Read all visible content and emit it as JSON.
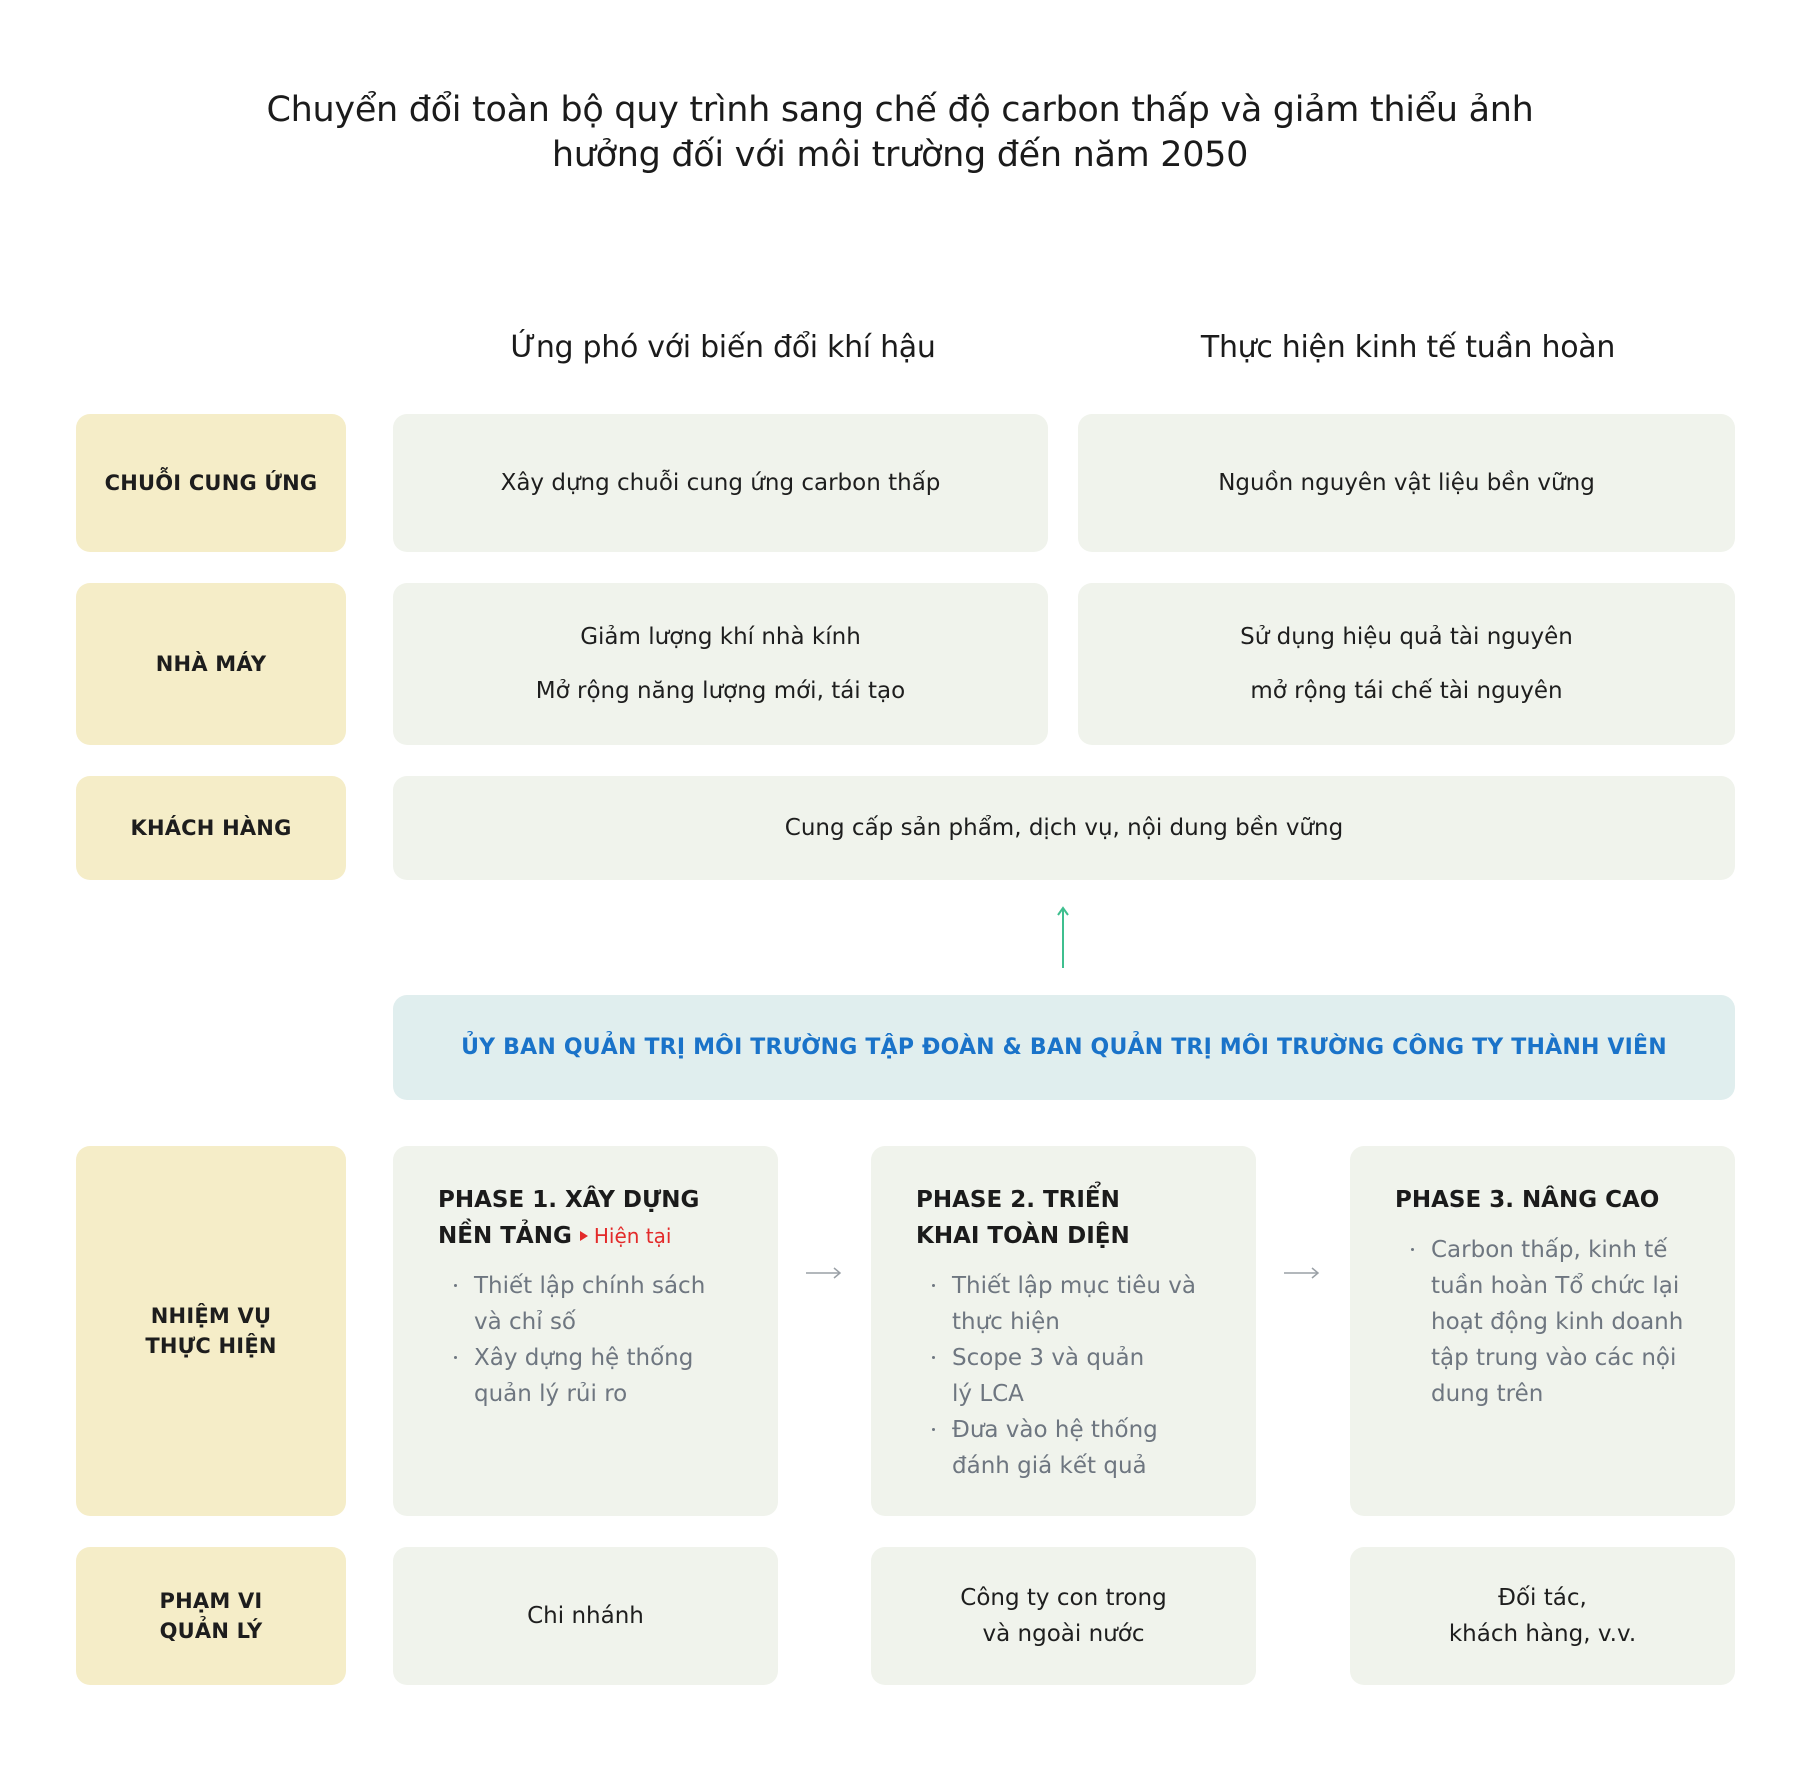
{
  "title": {
    "line1": "Chuyển đổi toàn bộ quy trình sang chế độ carbon thấp và giảm thiểu ảnh",
    "line2": "hưởng đối với môi trường đến năm 2050"
  },
  "columns": {
    "climate": "Ứng phó với biến đổi khí hậu",
    "circular": "Thực hiện kinh tế tuần hoàn"
  },
  "rows": {
    "supply_chain": {
      "label": "CHUỖI CUNG ỨNG",
      "climate": "Xây dựng chuỗi cung ứng carbon thấp",
      "circular": "Nguồn nguyên vật liệu bền vững"
    },
    "factory": {
      "label": "NHÀ MÁY",
      "climate": [
        "Giảm lượng khí nhà kính",
        "Mở rộng năng lượng mới, tái tạo"
      ],
      "circular": [
        "Sử dụng hiệu quả tài nguyên",
        "mở rộng tái chế tài nguyên"
      ]
    },
    "customer": {
      "label": "KHÁCH HÀNG",
      "value": "Cung cấp sản phẩm, dịch vụ, nội dung bền vững"
    }
  },
  "governance": "ỦY BAN QUẢN TRỊ MÔI TRƯỜNG TẬP ĐOÀN & BAN QUẢN TRỊ MÔI TRƯỜNG CÔNG TY THÀNH VIÊN",
  "tasks": {
    "label": [
      "NHIỆM VỤ",
      "THỰC HIỆN"
    ],
    "phases": [
      {
        "title": [
          "PHASE 1. XÂY DỰNG",
          "NỀN TẢNG"
        ],
        "badge": "Hiện tại",
        "items": [
          "Thiết lập chính sách\nvà chỉ số",
          "Xây dựng hệ thống\nquản lý rủi ro"
        ]
      },
      {
        "title": [
          "PHASE 2. TRIỂN",
          "KHAI TOÀN DIỆN"
        ],
        "items": [
          "Thiết lập mục tiêu và\nthực hiện",
          "Scope 3 và quản\nlý LCA",
          "Đưa vào hệ thống\nđánh giá kết quả"
        ]
      },
      {
        "title": [
          "PHASE 3. NÂNG CAO"
        ],
        "items": [
          "Carbon thấp, kinh tế\ntuần hoàn Tổ chức lại\nhoạt động kinh doanh\ntập trung vào các nội\ndung trên"
        ]
      }
    ]
  },
  "scope": {
    "label": [
      "PHẠM VI",
      "QUẢN LÝ"
    ],
    "values": [
      [
        "Chi nhánh"
      ],
      [
        "Công ty con trong",
        "và ngoài nước"
      ],
      [
        "Đối tác,",
        "khách hàng, v.v."
      ]
    ]
  },
  "colors": {
    "label_bg": "#f5edc8",
    "cell_bg": "#f0f3ec",
    "governance_bg": "#e0eeee",
    "governance_text": "#1a73c9",
    "current_badge": "#e32a2a",
    "arrow_up": "#3fbf8f",
    "arrow_right": "#9aa0a6"
  },
  "icons": {
    "current_marker": "triangle-right-icon",
    "phase_connector": "arrow-right-icon",
    "flow_connector": "arrow-up-icon"
  }
}
